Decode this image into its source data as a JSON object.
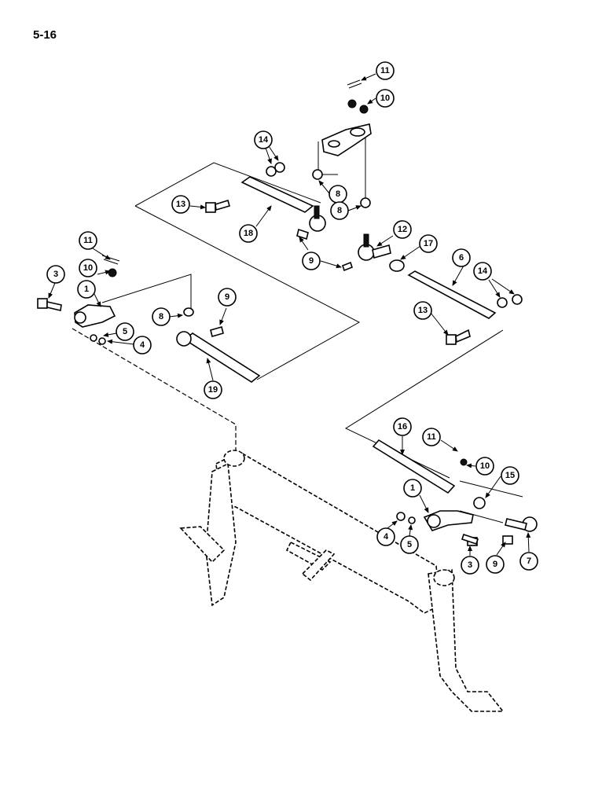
{
  "page": {
    "number": "5-16"
  },
  "callouts": [
    {
      "label": "11"
    },
    {
      "label": "10"
    },
    {
      "label": "14"
    },
    {
      "label": "8"
    },
    {
      "label": "13"
    },
    {
      "label": "8"
    },
    {
      "label": "18"
    },
    {
      "label": "12"
    },
    {
      "label": "17"
    },
    {
      "label": "9"
    },
    {
      "label": "6"
    },
    {
      "label": "14"
    },
    {
      "label": "11"
    },
    {
      "label": "10"
    },
    {
      "label": "3"
    },
    {
      "label": "1"
    },
    {
      "label": "9"
    },
    {
      "label": "8"
    },
    {
      "label": "13"
    },
    {
      "label": "5"
    },
    {
      "label": "4"
    },
    {
      "label": "19"
    },
    {
      "label": "16"
    },
    {
      "label": "11"
    },
    {
      "label": "10"
    },
    {
      "label": "15"
    },
    {
      "label": "1"
    },
    {
      "label": "4"
    },
    {
      "label": "5"
    },
    {
      "label": "3"
    },
    {
      "label": "9"
    },
    {
      "label": "7"
    }
  ]
}
